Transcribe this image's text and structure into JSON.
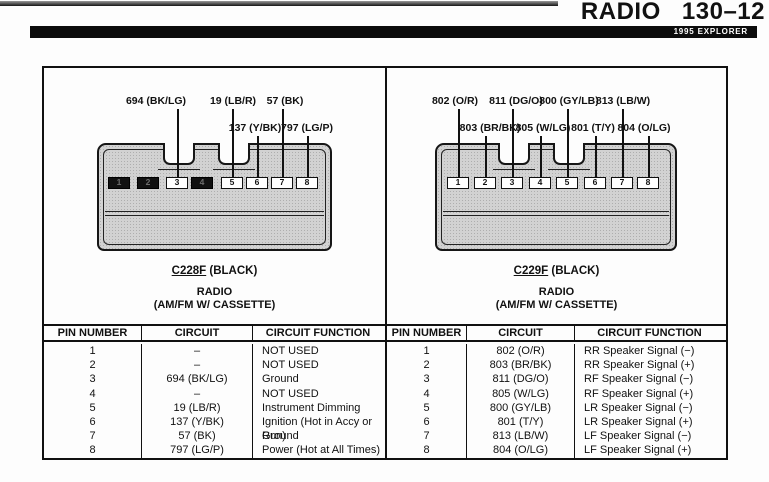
{
  "header": {
    "title": "RADIO 130–12",
    "model_badge": "1995 EXPLORER"
  },
  "left": {
    "connector_id": "C228F",
    "connector_color": " (BLACK)",
    "device": "RADIO",
    "device_detail": "(AM/FM W/ CASSETTE)",
    "wire_labels": [
      "694 (BK/LG)",
      "19 (LB/R)",
      "57 (BK)",
      "137 (Y/BK)",
      "797 (LG/P)"
    ],
    "pins": [
      "1",
      "2",
      "3",
      "4",
      "5",
      "6",
      "7",
      "8"
    ],
    "table_headers": [
      "PIN NUMBER",
      "CIRCUIT",
      "CIRCUIT FUNCTION"
    ],
    "rows": [
      {
        "pin": "1",
        "circuit": "–",
        "function": "NOT USED"
      },
      {
        "pin": "2",
        "circuit": "–",
        "function": "NOT USED"
      },
      {
        "pin": "3",
        "circuit": "694 (BK/LG)",
        "function": "Ground"
      },
      {
        "pin": "4",
        "circuit": "–",
        "function": "NOT USED"
      },
      {
        "pin": "5",
        "circuit": "19 (LB/R)",
        "function": "Instrument Dimming"
      },
      {
        "pin": "6",
        "circuit": "137 (Y/BK)",
        "function": "Ignition (Hot in Accy or Run)"
      },
      {
        "pin": "7",
        "circuit": "57 (BK)",
        "function": "Ground"
      },
      {
        "pin": "8",
        "circuit": "797 (LG/P)",
        "function": "Power (Hot at All Times)"
      }
    ]
  },
  "right": {
    "connector_id": "C229F",
    "connector_color": " (BLACK)",
    "device": "RADIO",
    "device_detail": "(AM/FM W/ CASSETTE)",
    "wire_labels": [
      "802 (O/R)",
      "811 (DG/O)",
      "800 (GY/LB)",
      "813 (LB/W)",
      "803 (BR/BK)",
      "805 (W/LG)",
      "801 (T/Y)",
      "804 (O/LG)"
    ],
    "pins": [
      "1",
      "2",
      "3",
      "4",
      "5",
      "6",
      "7",
      "8"
    ],
    "table_headers": [
      "PIN NUMBER",
      "CIRCUIT",
      "CIRCUIT FUNCTION"
    ],
    "rows": [
      {
        "pin": "1",
        "circuit": "802 (O/R)",
        "function": "RR Speaker Signal (−)"
      },
      {
        "pin": "2",
        "circuit": "803 (BR/BK)",
        "function": "RR Speaker Signal (+)"
      },
      {
        "pin": "3",
        "circuit": "811 (DG/O)",
        "function": "RF Speaker Signal (−)"
      },
      {
        "pin": "4",
        "circuit": "805 (W/LG)",
        "function": "RF Speaker Signal (+)"
      },
      {
        "pin": "5",
        "circuit": "800 (GY/LB)",
        "function": "LR Speaker Signal (−)"
      },
      {
        "pin": "6",
        "circuit": "801 (T/Y)",
        "function": "LR Speaker Signal (+)"
      },
      {
        "pin": "7",
        "circuit": "813 (LB/W)",
        "function": "LF Speaker Signal (−)"
      },
      {
        "pin": "8",
        "circuit": "804 (O/LG)",
        "function": "LF Speaker Signal (+)"
      }
    ]
  }
}
